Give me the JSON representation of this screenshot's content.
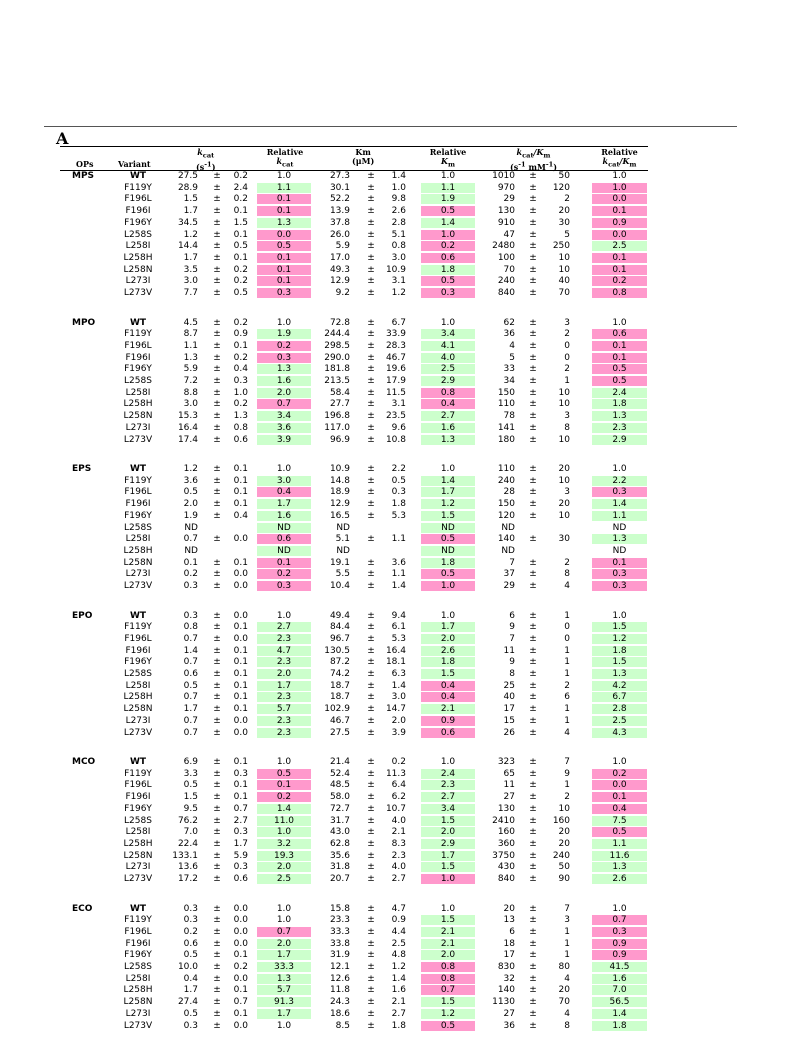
{
  "colors": {
    "higher": "#ccffcc",
    "lower": "#ff99cc"
  },
  "panel_label": "A",
  "headers": {
    "ops": "OPs",
    "variant": "Variant",
    "kcat_1": "k",
    "kcat_sub": "cat",
    "kcat_unit": "(s",
    "kcat_unit_sup": "-1",
    "kcat_unit_end": ")",
    "rel_kcat_1": "Relative",
    "rel_kcat_2": "k",
    "rel_kcat_sub": "cat",
    "km_1": "Km",
    "km_unit": "(μM)",
    "rel_km_1": "Relative",
    "rel_km_2": "K",
    "rel_km_sub": "m",
    "eff_1": "k",
    "eff_sub1": "cat",
    "eff_mid": "/K",
    "eff_sub2": "m",
    "eff_unit": "(s",
    "eff_unit_sup1": "-1",
    "eff_unit_mid": " mM",
    "eff_unit_sup2": "-1",
    "eff_unit_end": ")",
    "rel_eff_1": "Relative",
    "rel_eff_2": "k",
    "rel_eff_sub1": "cat",
    "rel_eff_mid": "/K",
    "rel_eff_sub2": "m"
  },
  "groups": [
    {
      "op": "MPS",
      "rows": [
        [
          "WT",
          "27.5",
          "±",
          "0.2",
          "1.0",
          "n",
          "27.3",
          "±",
          "1.4",
          "1.0",
          "n",
          "1010",
          "±",
          "50",
          "1.0",
          "n"
        ],
        [
          "F119Y",
          "28.9",
          "±",
          "2.4",
          "1.1",
          "g",
          "30.1",
          "±",
          "1.0",
          "1.1",
          "g",
          "970",
          "±",
          "120",
          "1.0",
          "p"
        ],
        [
          "F196L",
          "1.5",
          "±",
          "0.2",
          "0.1",
          "p",
          "52.2",
          "±",
          "9.8",
          "1.9",
          "g",
          "29",
          "±",
          "2",
          "0.0",
          "p"
        ],
        [
          "F196I",
          "1.7",
          "±",
          "0.1",
          "0.1",
          "p",
          "13.9",
          "±",
          "2.6",
          "0.5",
          "p",
          "130",
          "±",
          "20",
          "0.1",
          "p"
        ],
        [
          "F196Y",
          "34.5",
          "±",
          "1.5",
          "1.3",
          "g",
          "37.8",
          "±",
          "2.8",
          "1.4",
          "g",
          "910",
          "±",
          "30",
          "0.9",
          "p"
        ],
        [
          "L258S",
          "1.2",
          "±",
          "0.1",
          "0.0",
          "p",
          "26.0",
          "±",
          "5.1",
          "1.0",
          "p",
          "47",
          "±",
          "5",
          "0.0",
          "p"
        ],
        [
          "L258I",
          "14.4",
          "±",
          "0.5",
          "0.5",
          "p",
          "5.9",
          "±",
          "0.8",
          "0.2",
          "p",
          "2480",
          "±",
          "250",
          "2.5",
          "g"
        ],
        [
          "L258H",
          "1.7",
          "±",
          "0.1",
          "0.1",
          "p",
          "17.0",
          "±",
          "3.0",
          "0.6",
          "p",
          "100",
          "±",
          "10",
          "0.1",
          "p"
        ],
        [
          "L258N",
          "3.5",
          "±",
          "0.2",
          "0.1",
          "p",
          "49.3",
          "±",
          "10.9",
          "1.8",
          "g",
          "70",
          "±",
          "10",
          "0.1",
          "p"
        ],
        [
          "L273I",
          "3.0",
          "±",
          "0.2",
          "0.1",
          "p",
          "12.9",
          "±",
          "3.1",
          "0.5",
          "p",
          "240",
          "±",
          "40",
          "0.2",
          "p"
        ],
        [
          "L273V",
          "7.7",
          "±",
          "0.5",
          "0.3",
          "p",
          "9.2",
          "±",
          "1.2",
          "0.3",
          "p",
          "840",
          "±",
          "70",
          "0.8",
          "p"
        ]
      ]
    },
    {
      "op": "MPO",
      "rows": [
        [
          "WT",
          "4.5",
          "±",
          "0.2",
          "1.0",
          "n",
          "72.8",
          "±",
          "6.7",
          "1.0",
          "n",
          "62",
          "±",
          "3",
          "1.0",
          "n"
        ],
        [
          "F119Y",
          "8.7",
          "±",
          "0.9",
          "1.9",
          "g",
          "244.4",
          "±",
          "33.9",
          "3.4",
          "g",
          "36",
          "±",
          "2",
          "0.6",
          "p"
        ],
        [
          "F196L",
          "1.1",
          "±",
          "0.1",
          "0.2",
          "p",
          "298.5",
          "±",
          "28.3",
          "4.1",
          "g",
          "4",
          "±",
          "0",
          "0.1",
          "p"
        ],
        [
          "F196I",
          "1.3",
          "±",
          "0.2",
          "0.3",
          "p",
          "290.0",
          "±",
          "46.7",
          "4.0",
          "g",
          "5",
          "±",
          "0",
          "0.1",
          "p"
        ],
        [
          "F196Y",
          "5.9",
          "±",
          "0.4",
          "1.3",
          "g",
          "181.8",
          "±",
          "19.6",
          "2.5",
          "g",
          "33",
          "±",
          "2",
          "0.5",
          "p"
        ],
        [
          "L258S",
          "7.2",
          "±",
          "0.3",
          "1.6",
          "g",
          "213.5",
          "±",
          "17.9",
          "2.9",
          "g",
          "34",
          "±",
          "1",
          "0.5",
          "p"
        ],
        [
          "L258I",
          "8.8",
          "±",
          "1.0",
          "2.0",
          "g",
          "58.4",
          "±",
          "11.5",
          "0.8",
          "p",
          "150",
          "±",
          "10",
          "2.4",
          "g"
        ],
        [
          "L258H",
          "3.0",
          "±",
          "0.2",
          "0.7",
          "p",
          "27.7",
          "±",
          "3.1",
          "0.4",
          "p",
          "110",
          "±",
          "10",
          "1.8",
          "g"
        ],
        [
          "L258N",
          "15.3",
          "±",
          "1.3",
          "3.4",
          "g",
          "196.8",
          "±",
          "23.5",
          "2.7",
          "g",
          "78",
          "±",
          "3",
          "1.3",
          "g"
        ],
        [
          "L273I",
          "16.4",
          "±",
          "0.8",
          "3.6",
          "g",
          "117.0",
          "±",
          "9.6",
          "1.6",
          "g",
          "141",
          "±",
          "8",
          "2.3",
          "g"
        ],
        [
          "L273V",
          "17.4",
          "±",
          "0.6",
          "3.9",
          "g",
          "96.9",
          "±",
          "10.8",
          "1.3",
          "g",
          "180",
          "±",
          "10",
          "2.9",
          "g"
        ]
      ]
    },
    {
      "op": "EPS",
      "rows": [
        [
          "WT",
          "1.2",
          "±",
          "0.1",
          "1.0",
          "n",
          "10.9",
          "±",
          "2.2",
          "1.0",
          "n",
          "110",
          "±",
          "20",
          "1.0",
          "n"
        ],
        [
          "F119Y",
          "3.6",
          "±",
          "0.1",
          "3.0",
          "g",
          "14.8",
          "±",
          "0.5",
          "1.4",
          "g",
          "240",
          "±",
          "10",
          "2.2",
          "g"
        ],
        [
          "F196L",
          "0.5",
          "±",
          "0.1",
          "0.4",
          "p",
          "18.9",
          "±",
          "0.3",
          "1.7",
          "g",
          "28",
          "±",
          "3",
          "0.3",
          "p"
        ],
        [
          "F196I",
          "2.0",
          "±",
          "0.1",
          "1.7",
          "g",
          "12.9",
          "±",
          "1.8",
          "1.2",
          "g",
          "150",
          "±",
          "20",
          "1.4",
          "g"
        ],
        [
          "F196Y",
          "1.9",
          "±",
          "0.4",
          "1.6",
          "g",
          "16.5",
          "±",
          "5.3",
          "1.5",
          "g",
          "120",
          "±",
          "10",
          "1.1",
          "g"
        ],
        [
          "L258S",
          "ND",
          "",
          "",
          "ND",
          "g",
          "ND",
          "",
          "",
          "ND",
          "g",
          "ND",
          "",
          "",
          "ND",
          "n"
        ],
        [
          "L258I",
          "0.7",
          "±",
          "0.0",
          "0.6",
          "p",
          "5.1",
          "±",
          "1.1",
          "0.5",
          "p",
          "140",
          "±",
          "30",
          "1.3",
          "g"
        ],
        [
          "L258H",
          "ND",
          "",
          "",
          "ND",
          "g",
          "ND",
          "",
          "",
          "ND",
          "g",
          "ND",
          "",
          "",
          "ND",
          "n"
        ],
        [
          "L258N",
          "0.1",
          "±",
          "0.1",
          "0.1",
          "p",
          "19.1",
          "±",
          "3.6",
          "1.8",
          "g",
          "7",
          "±",
          "2",
          "0.1",
          "p"
        ],
        [
          "L273I",
          "0.2",
          "±",
          "0.0",
          "0.2",
          "p",
          "5.5",
          "±",
          "1.1",
          "0.5",
          "p",
          "37",
          "±",
          "8",
          "0.3",
          "p"
        ],
        [
          "L273V",
          "0.3",
          "±",
          "0.0",
          "0.3",
          "p",
          "10.4",
          "±",
          "1.4",
          "1.0",
          "p",
          "29",
          "±",
          "4",
          "0.3",
          "p"
        ]
      ]
    },
    {
      "op": "EPO",
      "rows": [
        [
          "WT",
          "0.3",
          "±",
          "0.0",
          "1.0",
          "n",
          "49.4",
          "±",
          "9.4",
          "1.0",
          "n",
          "6",
          "±",
          "1",
          "1.0",
          "n"
        ],
        [
          "F119Y",
          "0.8",
          "±",
          "0.1",
          "2.7",
          "g",
          "84.4",
          "±",
          "6.1",
          "1.7",
          "g",
          "9",
          "±",
          "0",
          "1.5",
          "g"
        ],
        [
          "F196L",
          "0.7",
          "±",
          "0.0",
          "2.3",
          "g",
          "96.7",
          "±",
          "5.3",
          "2.0",
          "g",
          "7",
          "±",
          "0",
          "1.2",
          "g"
        ],
        [
          "F196I",
          "1.4",
          "±",
          "0.1",
          "4.7",
          "g",
          "130.5",
          "±",
          "16.4",
          "2.6",
          "g",
          "11",
          "±",
          "1",
          "1.8",
          "g"
        ],
        [
          "F196Y",
          "0.7",
          "±",
          "0.1",
          "2.3",
          "g",
          "87.2",
          "±",
          "18.1",
          "1.8",
          "g",
          "9",
          "±",
          "1",
          "1.5",
          "g"
        ],
        [
          "L258S",
          "0.6",
          "±",
          "0.1",
          "2.0",
          "g",
          "74.2",
          "±",
          "6.3",
          "1.5",
          "g",
          "8",
          "±",
          "1",
          "1.3",
          "g"
        ],
        [
          "L258I",
          "0.5",
          "±",
          "0.1",
          "1.7",
          "g",
          "18.7",
          "±",
          "1.4",
          "0.4",
          "p",
          "25",
          "±",
          "2",
          "4.2",
          "g"
        ],
        [
          "L258H",
          "0.7",
          "±",
          "0.1",
          "2.3",
          "g",
          "18.7",
          "±",
          "3.0",
          "0.4",
          "p",
          "40",
          "±",
          "6",
          "6.7",
          "g"
        ],
        [
          "L258N",
          "1.7",
          "±",
          "0.1",
          "5.7",
          "g",
          "102.9",
          "±",
          "14.7",
          "2.1",
          "g",
          "17",
          "±",
          "1",
          "2.8",
          "g"
        ],
        [
          "L273I",
          "0.7",
          "±",
          "0.0",
          "2.3",
          "g",
          "46.7",
          "±",
          "2.0",
          "0.9",
          "p",
          "15",
          "±",
          "1",
          "2.5",
          "g"
        ],
        [
          "L273V",
          "0.7",
          "±",
          "0.0",
          "2.3",
          "g",
          "27.5",
          "±",
          "3.9",
          "0.6",
          "p",
          "26",
          "±",
          "4",
          "4.3",
          "g"
        ]
      ]
    },
    {
      "op": "MCO",
      "rows": [
        [
          "WT",
          "6.9",
          "±",
          "0.1",
          "1.0",
          "n",
          "21.4",
          "±",
          "0.2",
          "1.0",
          "n",
          "323",
          "±",
          "7",
          "1.0",
          "n"
        ],
        [
          "F119Y",
          "3.3",
          "±",
          "0.3",
          "0.5",
          "p",
          "52.4",
          "±",
          "11.3",
          "2.4",
          "g",
          "65",
          "±",
          "9",
          "0.2",
          "p"
        ],
        [
          "F196L",
          "0.5",
          "±",
          "0.1",
          "0.1",
          "p",
          "48.5",
          "±",
          "6.4",
          "2.3",
          "g",
          "11",
          "±",
          "1",
          "0.0",
          "p"
        ],
        [
          "F196I",
          "1.5",
          "±",
          "0.1",
          "0.2",
          "p",
          "58.0",
          "±",
          "6.2",
          "2.7",
          "g",
          "27",
          "±",
          "2",
          "0.1",
          "p"
        ],
        [
          "F196Y",
          "9.5",
          "±",
          "0.7",
          "1.4",
          "g",
          "72.7",
          "±",
          "10.7",
          "3.4",
          "g",
          "130",
          "±",
          "10",
          "0.4",
          "p"
        ],
        [
          "L258S",
          "76.2",
          "±",
          "2.7",
          "11.0",
          "g",
          "31.7",
          "±",
          "4.0",
          "1.5",
          "g",
          "2410",
          "±",
          "160",
          "7.5",
          "g"
        ],
        [
          "L258I",
          "7.0",
          "±",
          "0.3",
          "1.0",
          "g",
          "43.0",
          "±",
          "2.1",
          "2.0",
          "g",
          "160",
          "±",
          "20",
          "0.5",
          "p"
        ],
        [
          "L258H",
          "22.4",
          "±",
          "1.7",
          "3.2",
          "g",
          "62.8",
          "±",
          "8.3",
          "2.9",
          "g",
          "360",
          "±",
          "20",
          "1.1",
          "g"
        ],
        [
          "L258N",
          "133.1",
          "±",
          "5.9",
          "19.3",
          "g",
          "35.6",
          "±",
          "2.3",
          "1.7",
          "g",
          "3750",
          "±",
          "240",
          "11.6",
          "g"
        ],
        [
          "L273I",
          "13.6",
          "±",
          "0.3",
          "2.0",
          "g",
          "31.8",
          "±",
          "4.0",
          "1.5",
          "g",
          "430",
          "±",
          "50",
          "1.3",
          "g"
        ],
        [
          "L273V",
          "17.2",
          "±",
          "0.6",
          "2.5",
          "g",
          "20.7",
          "±",
          "2.7",
          "1.0",
          "p",
          "840",
          "±",
          "90",
          "2.6",
          "g"
        ]
      ]
    },
    {
      "op": "ECO",
      "rows": [
        [
          "WT",
          "0.3",
          "±",
          "0.0",
          "1.0",
          "n",
          "15.8",
          "±",
          "4.7",
          "1.0",
          "n",
          "20",
          "±",
          "7",
          "1.0",
          "n"
        ],
        [
          "F119Y",
          "0.3",
          "±",
          "0.0",
          "1.0",
          "n",
          "23.3",
          "±",
          "0.9",
          "1.5",
          "g",
          "13",
          "±",
          "3",
          "0.7",
          "p"
        ],
        [
          "F196L",
          "0.2",
          "±",
          "0.0",
          "0.7",
          "p",
          "33.3",
          "±",
          "4.4",
          "2.1",
          "g",
          "6",
          "±",
          "1",
          "0.3",
          "p"
        ],
        [
          "F196I",
          "0.6",
          "±",
          "0.0",
          "2.0",
          "g",
          "33.8",
          "±",
          "2.5",
          "2.1",
          "g",
          "18",
          "±",
          "1",
          "0.9",
          "p"
        ],
        [
          "F196Y",
          "0.5",
          "±",
          "0.1",
          "1.7",
          "g",
          "31.9",
          "±",
          "4.8",
          "2.0",
          "g",
          "17",
          "±",
          "1",
          "0.9",
          "p"
        ],
        [
          "L258S",
          "10.0",
          "±",
          "0.2",
          "33.3",
          "g",
          "12.1",
          "±",
          "1.2",
          "0.8",
          "p",
          "830",
          "±",
          "80",
          "41.5",
          "g"
        ],
        [
          "L258I",
          "0.4",
          "±",
          "0.0",
          "1.3",
          "g",
          "12.6",
          "±",
          "1.4",
          "0.8",
          "p",
          "32",
          "±",
          "4",
          "1.6",
          "g"
        ],
        [
          "L258H",
          "1.7",
          "±",
          "0.1",
          "5.7",
          "g",
          "11.8",
          "±",
          "1.6",
          "0.7",
          "p",
          "140",
          "±",
          "20",
          "7.0",
          "g"
        ],
        [
          "L258N",
          "27.4",
          "±",
          "0.7",
          "91.3",
          "g",
          "24.3",
          "±",
          "2.1",
          "1.5",
          "g",
          "1130",
          "±",
          "70",
          "56.5",
          "g"
        ],
        [
          "L273I",
          "0.5",
          "±",
          "0.1",
          "1.7",
          "g",
          "18.6",
          "±",
          "2.7",
          "1.2",
          "g",
          "27",
          "±",
          "4",
          "1.4",
          "g"
        ],
        [
          "L273V",
          "0.3",
          "±",
          "0.0",
          "1.0",
          "n",
          "8.5",
          "±",
          "1.8",
          "0.5",
          "p",
          "36",
          "±",
          "8",
          "1.8",
          "g"
        ]
      ]
    }
  ]
}
